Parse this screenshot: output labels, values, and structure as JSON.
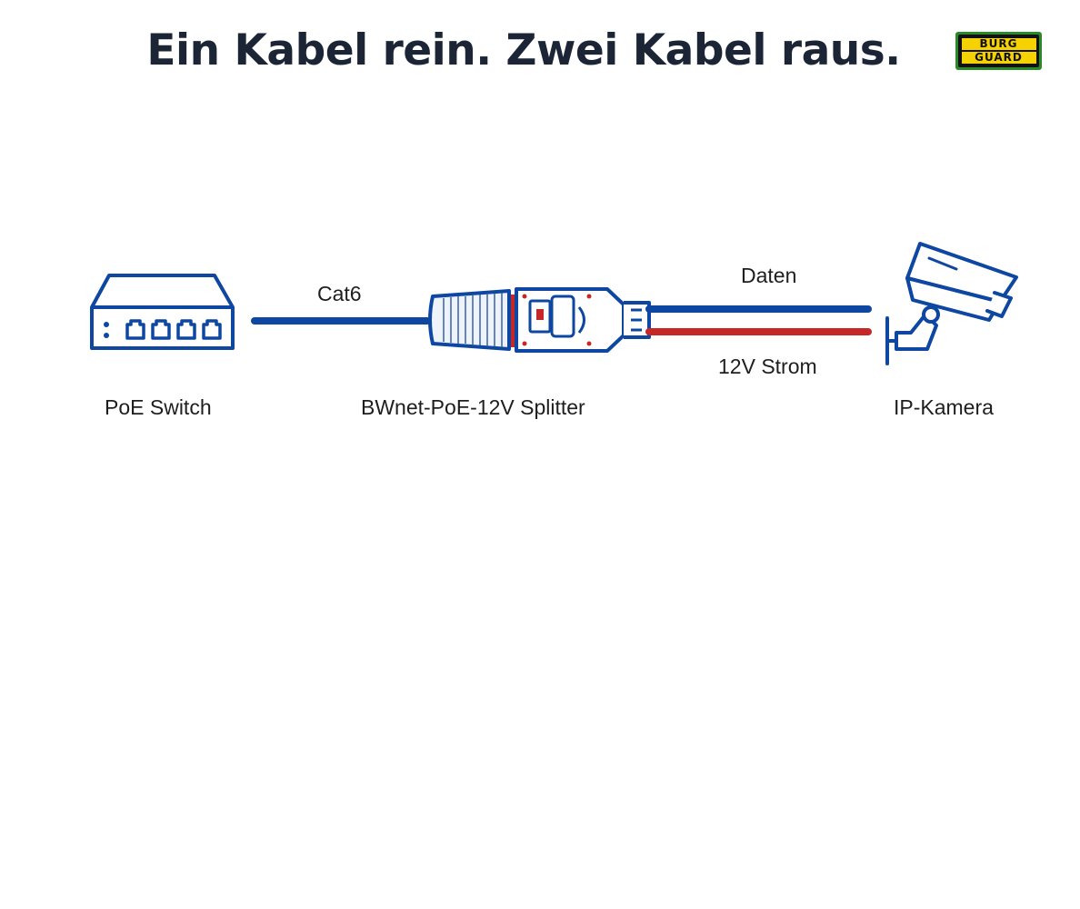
{
  "title": "Ein Kabel rein. Zwei Kabel raus.",
  "logo": {
    "line1": "BURG",
    "line2": "GUARD"
  },
  "colors": {
    "blue": "#0d47a1",
    "red": "#c62828",
    "text": "#1c2536"
  },
  "nodes": {
    "switch": {
      "label": "PoE Switch",
      "icon": "network-switch-icon"
    },
    "splitter": {
      "label": "BWnet-PoE-12V Splitter",
      "icon": "poe-splitter-icon"
    },
    "camera": {
      "label": "IP-Kamera",
      "icon": "ip-camera-icon"
    }
  },
  "cables": {
    "input": "Cat6",
    "data": "Daten",
    "power": "12V Strom"
  }
}
